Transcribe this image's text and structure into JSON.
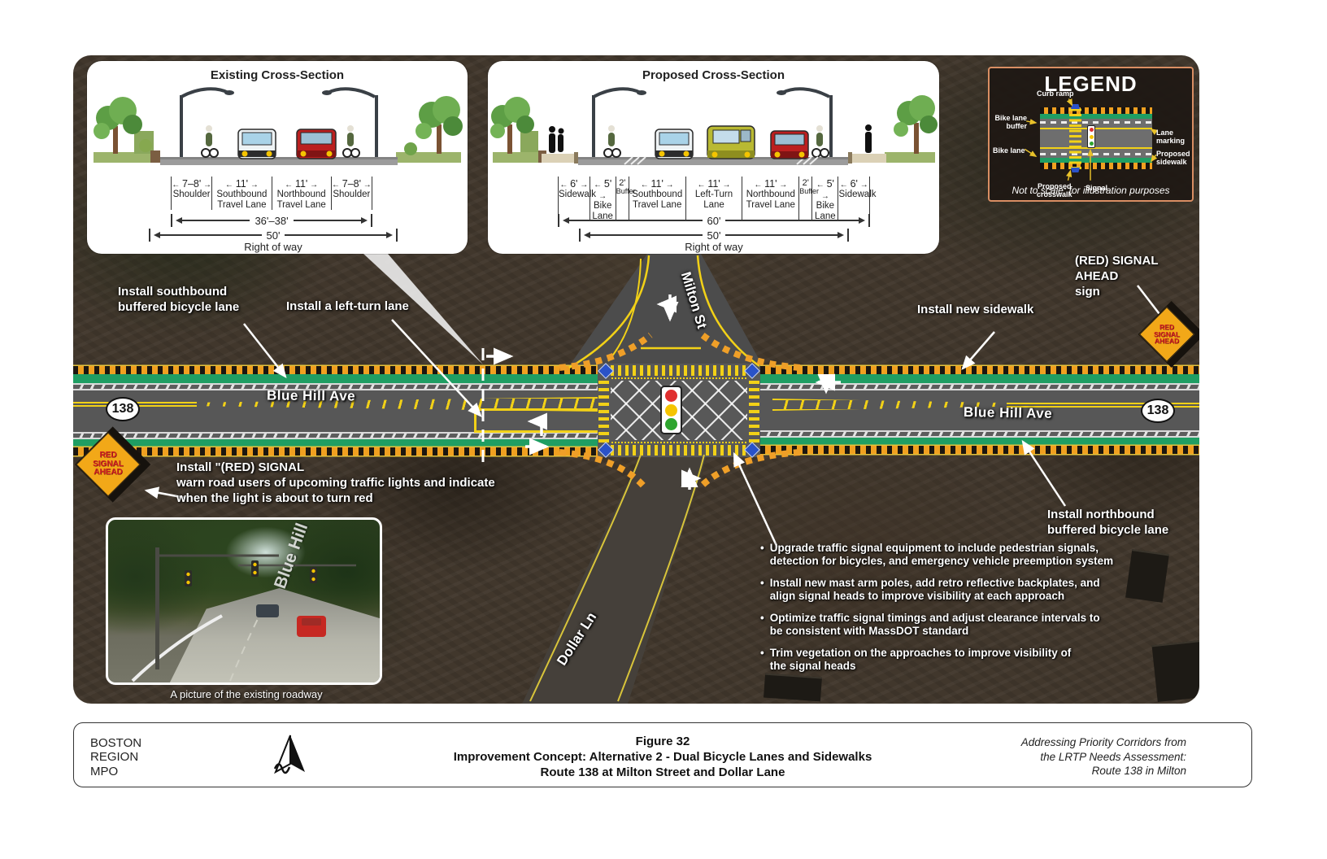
{
  "map": {
    "road_labels": {
      "blue_hill_left": "Blue Hill Ave",
      "blue_hill_right": "Blue Hill Ave",
      "milton": "Milton St",
      "dollar": "Dollar Ln"
    },
    "route_shield": "138",
    "sign_text": "RED\nSIGNAL\nAHEAD"
  },
  "cross_sections": {
    "existing": {
      "title": "Existing Cross-Section",
      "dims": [
        {
          "width": "7–8'",
          "label": "Shoulder"
        },
        {
          "width": "11'",
          "label": "Southbound\nTravel Lane"
        },
        {
          "width": "11'",
          "label": "Northbound\nTravel Lane"
        },
        {
          "width": "7–8'",
          "label": "Shoulder"
        }
      ],
      "overall_width": "36'–38'",
      "row_width": "50'",
      "row_label": "Right of way"
    },
    "proposed": {
      "title": "Proposed Cross-Section",
      "dims": [
        {
          "width": "6'",
          "label": "Sidewalk"
        },
        {
          "width": "5'",
          "label": "Bike\nLane"
        },
        {
          "width": "2'",
          "label": "Buffer"
        },
        {
          "width": "11'",
          "label": "Southbound\nTravel Lane"
        },
        {
          "width": "11'",
          "label": "Left-Turn\nLane"
        },
        {
          "width": "11'",
          "label": "Northbound\nTravel Lane"
        },
        {
          "width": "2'",
          "label": "Buffer"
        },
        {
          "width": "5'",
          "label": "Bike\nLane"
        },
        {
          "width": "6'",
          "label": "Sidewalk"
        }
      ],
      "overall_width": "60'",
      "row_width": "50'",
      "row_label": "Right of way"
    }
  },
  "legend": {
    "title": "LEGEND",
    "curb_ramp": "Curb ramp",
    "bike_lane_buffer": "Bike lane\nbuffer",
    "bike_lane": "Bike lane",
    "proposed_crosswalk": "Proposed\ncrosswalk",
    "signal": "Signal",
    "lane_marking": "Lane marking",
    "proposed_sidewalk": "Proposed\nsidewalk",
    "note": "Not to scale: for illustration purposes"
  },
  "callouts": {
    "southbound_bike": "Install southbound\nbuffered bicycle lane",
    "left_turn": "Install a left-turn lane",
    "new_sidewalk": "Install new sidewalk",
    "red_signal_ahead_sign": "(RED) SIGNAL AHEAD\nsign",
    "red_signal_install": "Install \"(RED) SIGNAL\nwarn road users of upcoming traffic lights and indicate\nwhen the light is about to turn red",
    "northbound_bike": "Install northbound\nbuffered bicycle lane"
  },
  "bullets": [
    "Upgrade traffic signal equipment to include pedestrian signals,\ndetection for bicycles, and emergency vehicle preemption system",
    "Install new mast arm poles, add retro reflective backplates, and\nalign signal heads to improve visibility at each approach",
    "Optimize traffic signal timings and adjust clearance intervals to\nbe consistent with MassDOT standard",
    "Trim vegetation on the approaches to improve visibility of\nthe signal heads"
  ],
  "inset": {
    "caption": "A picture of the existing roadway",
    "watermark": "Blue Hill"
  },
  "footer": {
    "org": "BOSTON\nREGION\nMPO",
    "figure": "Figure 32",
    "title_line1": "Improvement Concept: Alternative 2 - Dual Bicycle Lanes and Sidewalks",
    "title_line2": "Route 138 at Milton Street and Dollar Lane",
    "source": "Addressing Priority Corridors from\nthe LRTP Needs Assessment:\nRoute 138 in Milton"
  },
  "colors": {
    "bike_lane_green": "#1f9e63",
    "sidewalk_orange": "#f0a020",
    "crosswalk_yellow": "#f2d117",
    "curb_ramp_blue": "#2a52c8",
    "signal_red": "#e03030",
    "signal_amber": "#f5c400",
    "signal_green": "#2fa52f"
  }
}
